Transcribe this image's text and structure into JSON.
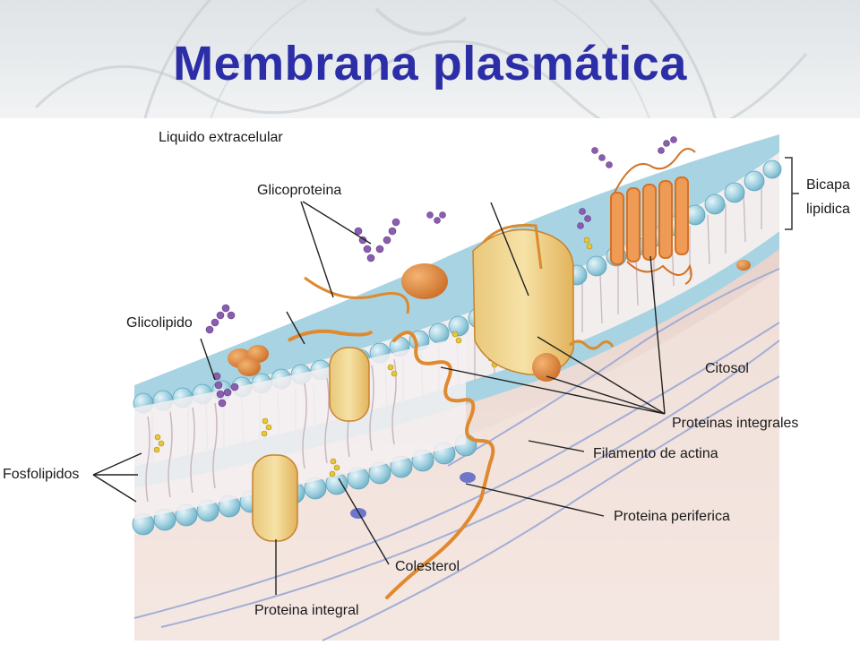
{
  "title": "Membrana plasmática",
  "labels": {
    "extracellular": "Liquido extracelular",
    "glycoprotein": "Glicoproteina",
    "glycolipid": "Glicolipido",
    "bilayer_line1": "Bicapa",
    "bilayer_line2": "lipidica",
    "cytosol": "Citosol",
    "integral_proteins": "Proteinas integrales",
    "actin_filament": "Filamento de actina",
    "peripheral_protein": "Proteina periferica",
    "phospholipids": "Fosfolipidos",
    "cholesterol": "Colesterol",
    "integral_protein": "Proteina integral"
  },
  "colors": {
    "title": "#2b2ea6",
    "head_groups": "#9fd0e0",
    "protein": "#e9b868",
    "protein_outline": "#d98b2f",
    "sugar_chain": "#8b5db0",
    "cytosol": "#e9d3cc"
  }
}
